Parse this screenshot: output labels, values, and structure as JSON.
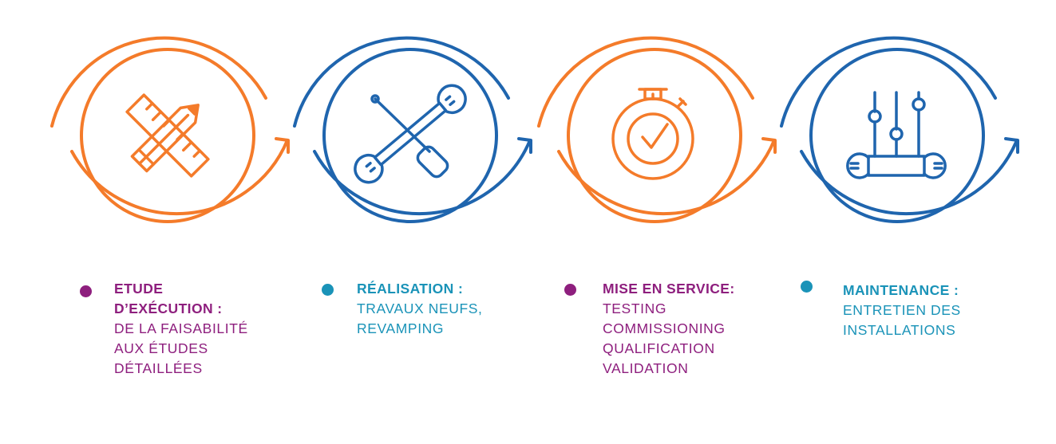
{
  "colors": {
    "orange": "#F47B2A",
    "blue": "#1F65AE",
    "purple": "#8E1F7E",
    "teal": "#1A93B8"
  },
  "steps": [
    {
      "icon": "pencil-ruler-icon",
      "ring_color": "orange",
      "title": "ETUDE\nD’EXÉCUTION :",
      "description": "DE LA FAISABILITÉ\nAUX ÉTUDES\nDÉTAILLÉES",
      "text_color": "purple"
    },
    {
      "icon": "wrench-screwdriver-icon",
      "ring_color": "blue",
      "title": "RÉALISATION :",
      "description": "TRAVAUX NEUFS,\nREVAMPING",
      "text_color": "teal"
    },
    {
      "icon": "stopwatch-check-icon",
      "ring_color": "orange",
      "title": "MISE EN SERVICE:",
      "description": "TESTING\nCOMMISSIONING\nQUALIFICATION\nVALIDATION",
      "text_color": "purple"
    },
    {
      "icon": "maintenance-tools-icon",
      "ring_color": "blue",
      "title": "MAINTENANCE :",
      "description": "ENTRETIEN DES\nINSTALLATIONS",
      "text_color": "teal"
    }
  ]
}
